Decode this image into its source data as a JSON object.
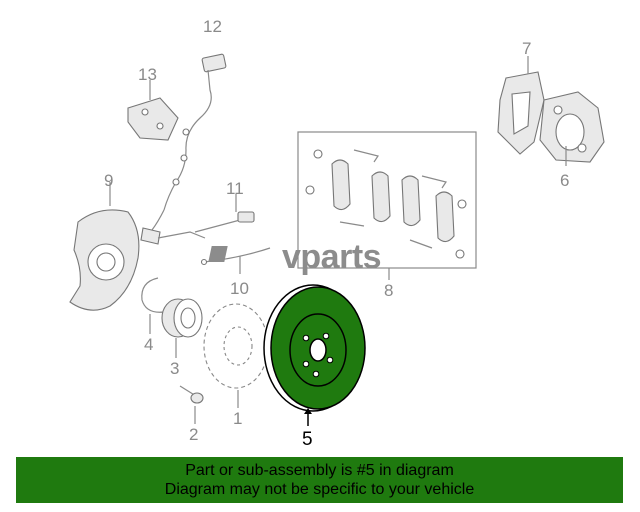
{
  "callouts": {
    "c1": "1",
    "c2": "2",
    "c3": "3",
    "c4": "4",
    "c5": "5",
    "c6": "6",
    "c7": "7",
    "c8": "8",
    "c9": "9",
    "c10": "10",
    "c11": "11",
    "c12": "12",
    "c13": "13"
  },
  "highlight": {
    "part_number": "5",
    "color": "#1f7a0f"
  },
  "watermark": {
    "text": "vparts"
  },
  "banner": {
    "line1": "Part or sub-assembly is #5 in diagram",
    "line2": "Diagram may not be specific to your vehicle",
    "background": "#1f7a0f"
  }
}
